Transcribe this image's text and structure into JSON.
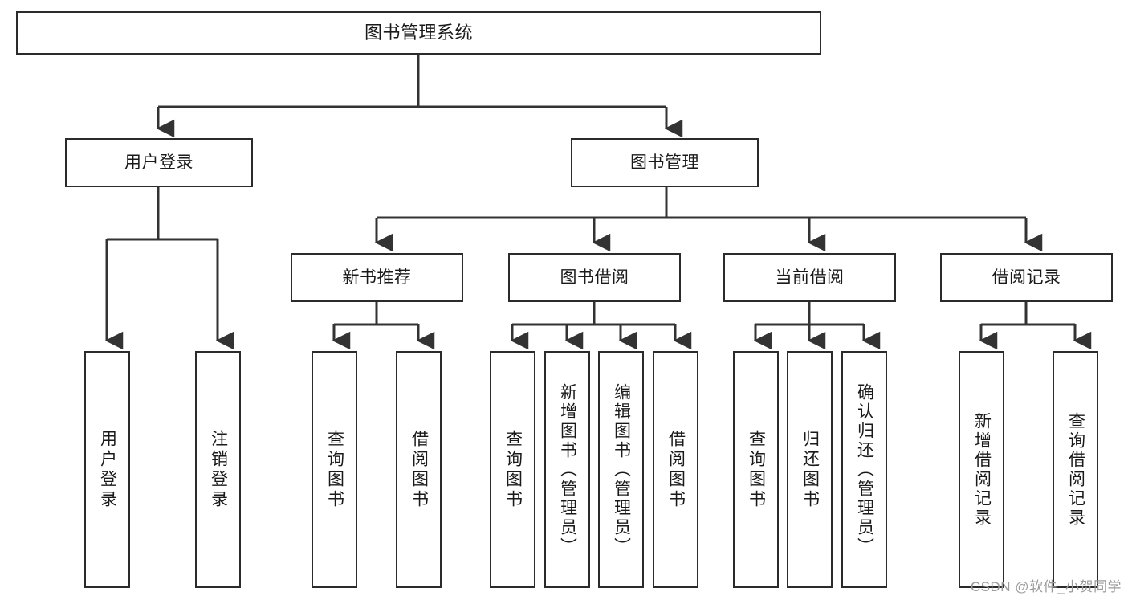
{
  "diagram": {
    "type": "tree-hierarchy",
    "title": "图书管理系统",
    "watermark": "CSDN @软件_小贺同学",
    "colors": {
      "border": "#2b2b2b",
      "background": "#ffffff",
      "text": "#1a1a1a",
      "connector": "#333333",
      "watermark": "#9a9a9a"
    },
    "levels": [
      {
        "level": 1,
        "nodes": [
          {
            "id": "root",
            "label": "图书管理系统",
            "orientation": "horizontal"
          }
        ]
      },
      {
        "level": 2,
        "nodes": [
          {
            "id": "user-login",
            "label": "用户登录",
            "orientation": "horizontal",
            "parent": "root"
          },
          {
            "id": "book-admin",
            "label": "图书管理",
            "orientation": "horizontal",
            "parent": "root"
          }
        ]
      },
      {
        "level": 3,
        "nodes": [
          {
            "id": "new-book-rec",
            "label": "新书推荐",
            "orientation": "horizontal",
            "parent": "book-admin"
          },
          {
            "id": "book-borrow",
            "label": "图书借阅",
            "orientation": "horizontal",
            "parent": "book-admin"
          },
          {
            "id": "current-borrow",
            "label": "当前借阅",
            "orientation": "horizontal",
            "parent": "book-admin"
          },
          {
            "id": "borrow-record",
            "label": "借阅记录",
            "orientation": "horizontal",
            "parent": "book-admin"
          }
        ]
      },
      {
        "level": 4,
        "nodes": [
          {
            "id": "leaf-user-login",
            "label": "用户登录",
            "orientation": "vertical",
            "parent": "user-login"
          },
          {
            "id": "leaf-user-logout",
            "label": "注销登录",
            "orientation": "vertical",
            "parent": "user-login"
          },
          {
            "id": "leaf-rec-query",
            "label": "查询图书",
            "orientation": "vertical",
            "parent": "new-book-rec"
          },
          {
            "id": "leaf-rec-borrow",
            "label": "借阅图书",
            "orientation": "vertical",
            "parent": "new-book-rec"
          },
          {
            "id": "leaf-borrow-query",
            "label": "查询图书",
            "orientation": "vertical",
            "parent": "book-borrow"
          },
          {
            "id": "leaf-borrow-add",
            "label": "新增图书（管理员）",
            "orientation": "vertical",
            "parent": "book-borrow"
          },
          {
            "id": "leaf-borrow-edit",
            "label": "编辑图书（管理员）",
            "orientation": "vertical",
            "parent": "book-borrow"
          },
          {
            "id": "leaf-borrow-do",
            "label": "借阅图书",
            "orientation": "vertical",
            "parent": "book-borrow"
          },
          {
            "id": "leaf-current-query",
            "label": "查询图书",
            "orientation": "vertical",
            "parent": "current-borrow"
          },
          {
            "id": "leaf-current-return",
            "label": "归还图书",
            "orientation": "vertical",
            "parent": "current-borrow"
          },
          {
            "id": "leaf-current-confirm",
            "label": "确认归还（管理员）",
            "orientation": "vertical",
            "parent": "current-borrow"
          },
          {
            "id": "leaf-record-add",
            "label": "新增借阅记录",
            "orientation": "vertical",
            "parent": "borrow-record"
          },
          {
            "id": "leaf-record-query",
            "label": "查询借阅记录",
            "orientation": "vertical",
            "parent": "borrow-record"
          }
        ]
      }
    ]
  }
}
